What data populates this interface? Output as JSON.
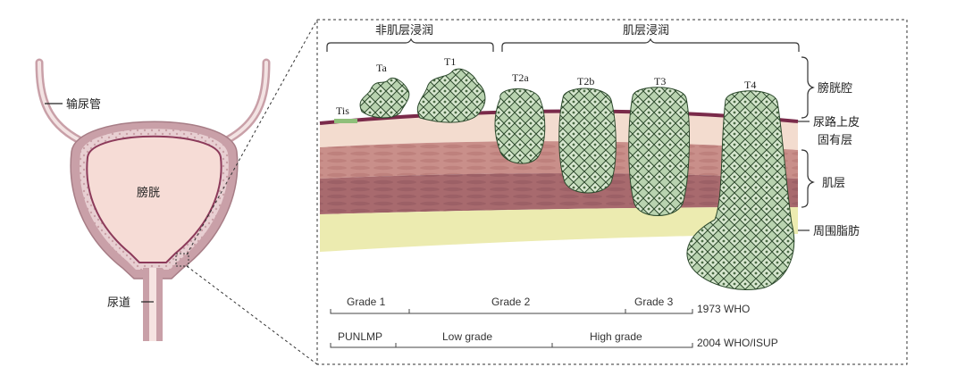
{
  "bladder": {
    "ureter_label": "输尿管",
    "bladder_label": "膀胱",
    "urethra_label": "尿道"
  },
  "invasion": {
    "non_muscle": "非肌层浸润",
    "muscle": "肌层浸润"
  },
  "stages": [
    "Tis",
    "Ta",
    "T1",
    "T2a",
    "T2b",
    "T3",
    "T4"
  ],
  "layers": {
    "lumen": "膀胱腔",
    "urothelium": "尿路上皮",
    "lamina_propria": "固有层",
    "muscle": "肌层",
    "perivesical_fat": "周围脂肪"
  },
  "grading": {
    "who1973": {
      "grades": [
        "Grade 1",
        "Grade 2",
        "Grade 3"
      ],
      "label": "1973 WHO"
    },
    "who2004": {
      "grades": [
        "PUNLMP",
        "Low grade",
        "High grade"
      ],
      "label": "2004 WHO/ISUP"
    }
  },
  "colors": {
    "bladder_wall": "#c9a0a8",
    "bladder_inner": "#f6dcd6",
    "urothelium": "#7a2a4a",
    "lamina": "#f3dccf",
    "muscle_light": "#d9a59a",
    "muscle_dark": "#b57a7a",
    "fat": "#ecebb0",
    "tumor": "#a9c7a2",
    "tumor_outline": "#2d4a2d"
  }
}
